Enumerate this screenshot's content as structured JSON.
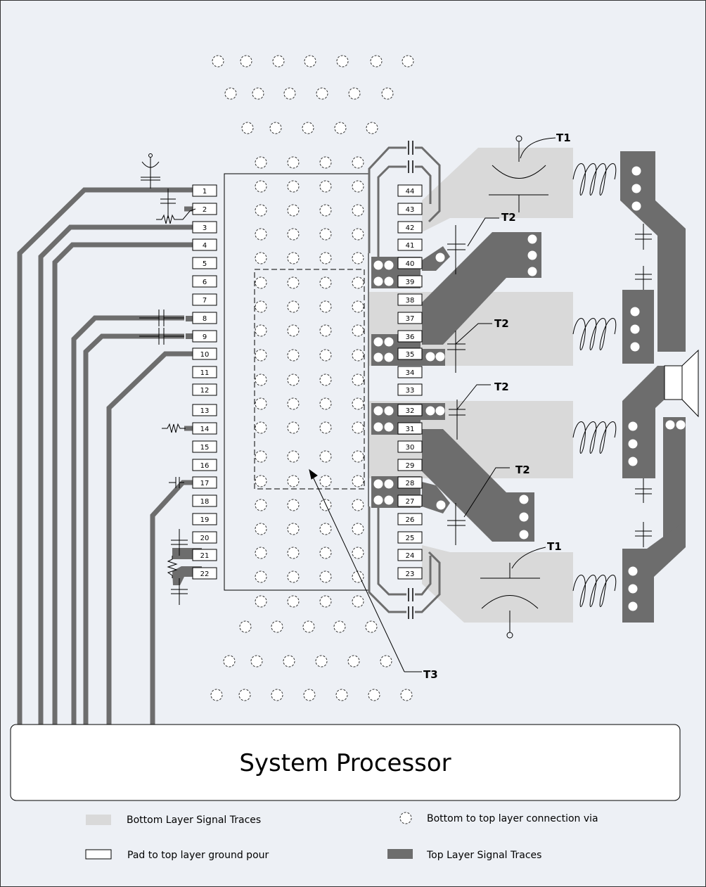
{
  "left_pins": [
    "1",
    "2",
    "3",
    "4",
    "5",
    "6",
    "7",
    "8",
    "9",
    "10",
    "11",
    "12",
    "13",
    "14",
    "15",
    "16",
    "17",
    "18",
    "19",
    "20",
    "21",
    "22"
  ],
  "right_pins": [
    "44",
    "43",
    "42",
    "41",
    "40",
    "39",
    "38",
    "37",
    "36",
    "35",
    "34",
    "33",
    "32",
    "31",
    "30",
    "29",
    "28",
    "27",
    "26",
    "25",
    "24",
    "23"
  ],
  "labels": {
    "t1": "T1",
    "t2": "T2",
    "t3": "T3"
  },
  "processor_label": "System Processor",
  "legend": {
    "bottom_traces": "Bottom Layer Signal Traces",
    "via": "Bottom to top layer connection via",
    "ground_pad": "Pad to top layer ground pour",
    "top_traces": "Top Layer Signal Traces"
  },
  "colors": {
    "background": "#EDF0F5",
    "top_trace": "#6D6D6D",
    "bottom_trace": "#D9D9D9",
    "outline": "#000000"
  }
}
